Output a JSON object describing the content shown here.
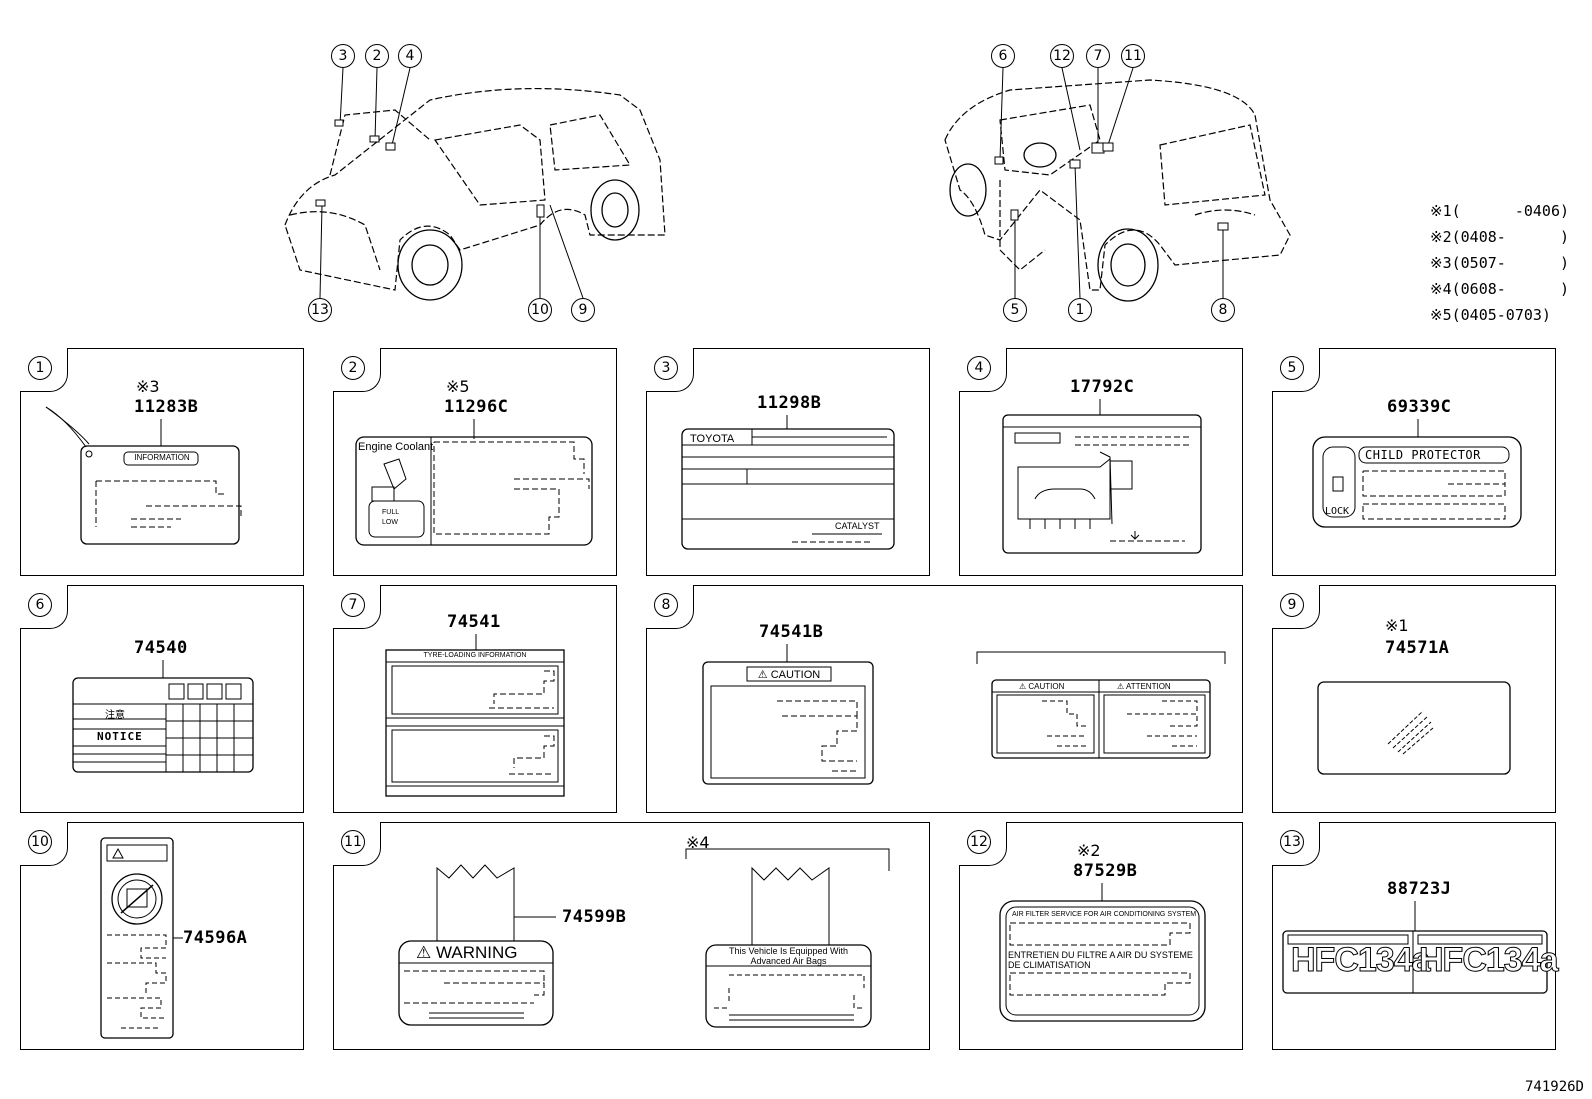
{
  "diagram_id": "741926D",
  "car_front_callouts": [
    "3",
    "2",
    "4",
    "13",
    "10",
    "9"
  ],
  "car_rear_callouts": [
    "6",
    "12",
    "7",
    "11",
    "5",
    "1",
    "8"
  ],
  "legend": [
    {
      "mark": "※1",
      "range": "(      -0406)"
    },
    {
      "mark": "※2",
      "range": "(0408-      )"
    },
    {
      "mark": "※3",
      "range": "(0507-      )"
    },
    {
      "mark": "※4",
      "range": "(0608-      )"
    },
    {
      "mark": "※5",
      "range": "(0405-0703)"
    }
  ],
  "panels": [
    {
      "num": "1",
      "note": "※3",
      "part": "11283B",
      "label_text": "INFORMATION"
    },
    {
      "num": "2",
      "note": "※5",
      "part": "11296C",
      "label_text": "Engine Coolant",
      "full": "FULL",
      "low": "LOW"
    },
    {
      "num": "3",
      "part": "11298B",
      "label_text": "TOYOTA",
      "label_text_2": "CATALYST"
    },
    {
      "num": "4",
      "part": "17792C"
    },
    {
      "num": "5",
      "part": "69339C",
      "label_text": "CHILD PROTECTOR",
      "label_text_2": "LOCK"
    },
    {
      "num": "6",
      "part": "74540",
      "label_text": "注意",
      "label_text_2": "NOTICE"
    },
    {
      "num": "7",
      "part": "74541",
      "label_text": "TYRE-LOADING INFORMATION"
    },
    {
      "num": "8",
      "part": "74541B",
      "label_text": "CAUTION",
      "label_text_2": "CAUTION",
      "label_text_3": "ATTENTION"
    },
    {
      "num": "9",
      "note": "※1",
      "part": "74571A"
    },
    {
      "num": "10",
      "part": "74596A"
    },
    {
      "num": "11",
      "note": "※4",
      "part": "74599B",
      "label_text": "WARNING",
      "label_text_2": "This Vehicle Is Equipped With",
      "label_text_3": "Advanced Air Bags"
    },
    {
      "num": "12",
      "note": "※2",
      "part": "87529B",
      "label_text": "AIR FILTER SERVICE FOR AIR CONDITIONING SYSTEM",
      "label_text_2": "ENTRETIEN DU FILTRE A AIR DU SYSTEME",
      "label_text_3": "DE CLIMATISATION"
    },
    {
      "num": "13",
      "part": "88723J",
      "label_text": "HFC134a",
      "label_text_2": "HFC134a"
    }
  ]
}
